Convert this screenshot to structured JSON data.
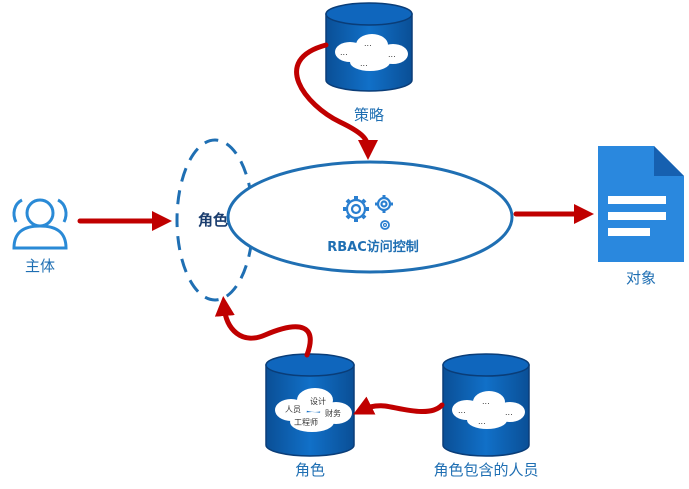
{
  "labels": {
    "policy": "策略",
    "subject": "主体",
    "object": "对象",
    "role_oval": "角色",
    "role_db": "角色",
    "role_members": "角色包含的人员",
    "rbac": "RBAC访问控制"
  },
  "role_db_cloud": {
    "line1": "设计",
    "line2": "人员",
    "line3": "财务",
    "line4": "工程师"
  },
  "placeholder_cloud": [
    "...",
    "...",
    "...",
    "..."
  ],
  "colors": {
    "accent": "#1f6fb3",
    "cylinder_fill": "#0b5fb0",
    "arrow": "#c00000",
    "document": "#2a88de"
  }
}
